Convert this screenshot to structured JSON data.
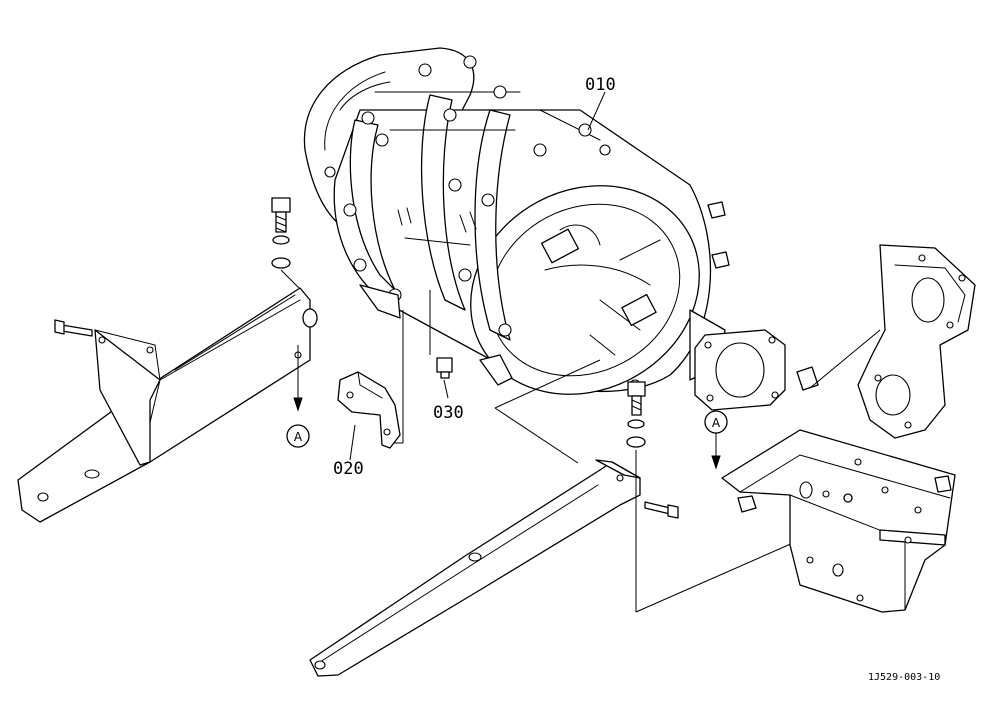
{
  "callouts": {
    "part_010": "010",
    "part_020": "020",
    "part_030": "030"
  },
  "reference_markers": {
    "left": "A",
    "right": "A"
  },
  "drawing_code": "1J529-003-10",
  "colors": {
    "ink": "#000000",
    "paper": "#ffffff"
  }
}
